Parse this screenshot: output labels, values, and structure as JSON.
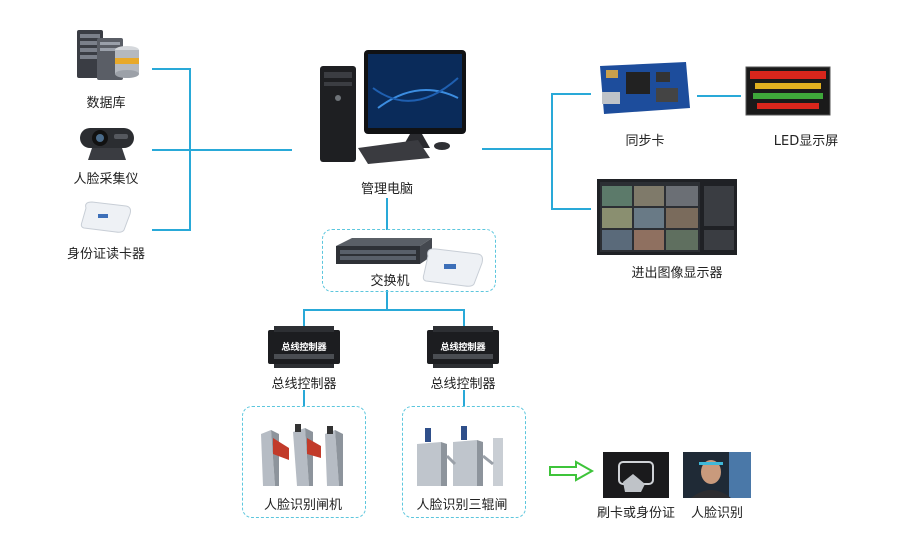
{
  "nodes": {
    "database": "数据库",
    "face_capture": "人脸采集仪",
    "id_reader": "身份证读卡器",
    "computer": "管理电脑",
    "sync_card": "同步卡",
    "led_screen": "LED显示屏",
    "image_display": "进出图像显示器",
    "switch": "交换机",
    "bus_controller_1": "总线控制器",
    "bus_controller_2": "总线控制器",
    "face_gate": "人脸识别闸机",
    "face_tripod": "人脸识别三辊闸",
    "swipe_card": "刷卡或身份证",
    "face_recognition": "人脸识别"
  },
  "device_text": {
    "bus_controller_plate": "总线控制器"
  },
  "colors": {
    "connector": "#29a9d8",
    "dashed_border": "#5cc6dd",
    "arrow_green": "#3ec43a",
    "led_red": "#d9261c"
  }
}
